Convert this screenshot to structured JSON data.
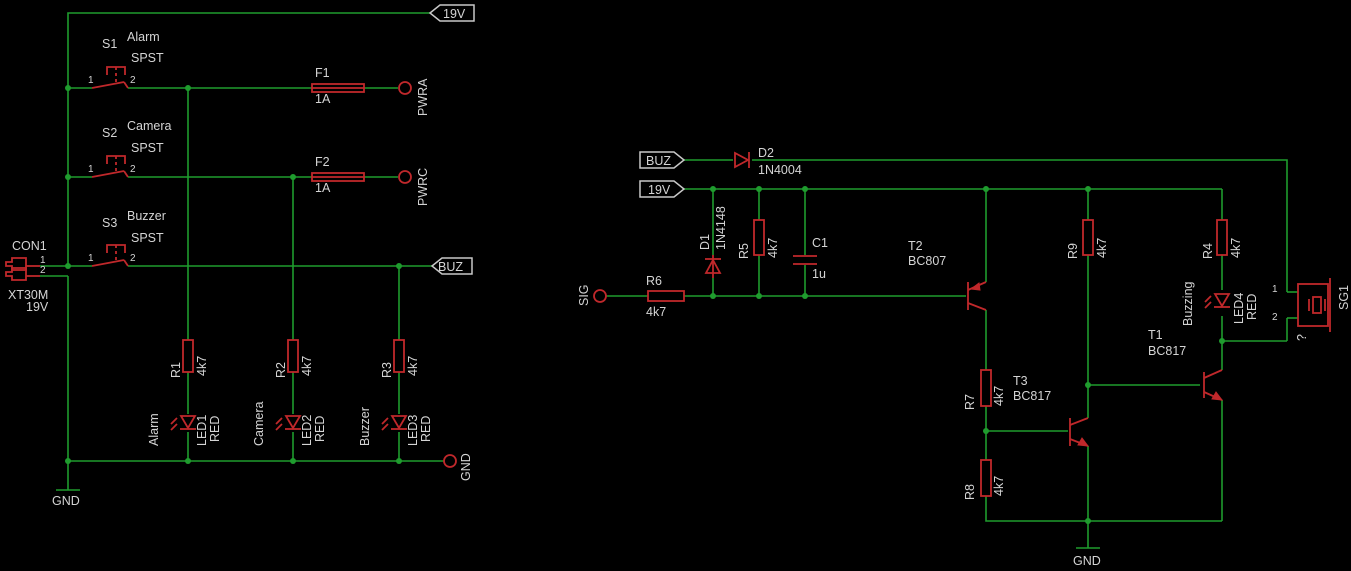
{
  "supply_labels": {
    "v19": "19V",
    "buz": "BUZ",
    "gnd": "GND"
  },
  "switches": [
    {
      "ref": "S1",
      "name": "Alarm",
      "type": "SPST"
    },
    {
      "ref": "S2",
      "name": "Camera",
      "type": "SPST"
    },
    {
      "ref": "S3",
      "name": "Buzzer",
      "type": "SPST"
    }
  ],
  "pins": {
    "p1": "1",
    "p2": "2"
  },
  "fuses": [
    {
      "ref": "F1",
      "value": "1A",
      "net": "PWRA"
    },
    {
      "ref": "F2",
      "value": "1A",
      "net": "PWRC"
    }
  ],
  "connector": {
    "ref": "CON1",
    "part": "XT30M",
    "value": "19V"
  },
  "resistors": {
    "R1": {
      "ref": "R1",
      "value": "4k7"
    },
    "R2": {
      "ref": "R2",
      "value": "4k7"
    },
    "R3": {
      "ref": "R3",
      "value": "4k7"
    },
    "R4": {
      "ref": "R4",
      "value": "4k7"
    },
    "R5": {
      "ref": "R5",
      "value": "4k7"
    },
    "R6": {
      "ref": "R6",
      "value": "4k7"
    },
    "R7": {
      "ref": "R7",
      "value": "4k7"
    },
    "R8": {
      "ref": "R8",
      "value": "4k7"
    },
    "R9": {
      "ref": "R9",
      "value": "4k7"
    }
  },
  "leds": [
    {
      "ref": "LED1",
      "color": "RED",
      "name": "Alarm"
    },
    {
      "ref": "LED2",
      "color": "RED",
      "name": "Camera"
    },
    {
      "ref": "LED3",
      "color": "RED",
      "name": "Buzzer"
    },
    {
      "ref": "LED4",
      "color": "RED",
      "name": "Buzzing"
    }
  ],
  "diodes": [
    {
      "ref": "D1",
      "part": "1N4148"
    },
    {
      "ref": "D2",
      "part": "1N4004"
    }
  ],
  "capacitor": {
    "ref": "C1",
    "value": "1u"
  },
  "transistors": [
    {
      "ref": "T1",
      "part": "BC817"
    },
    {
      "ref": "T2",
      "part": "BC807"
    },
    {
      "ref": "T3",
      "part": "BC817"
    }
  ],
  "signal": {
    "name": "SIG"
  },
  "buzzer": {
    "ref": "SG1",
    "value": "?"
  }
}
